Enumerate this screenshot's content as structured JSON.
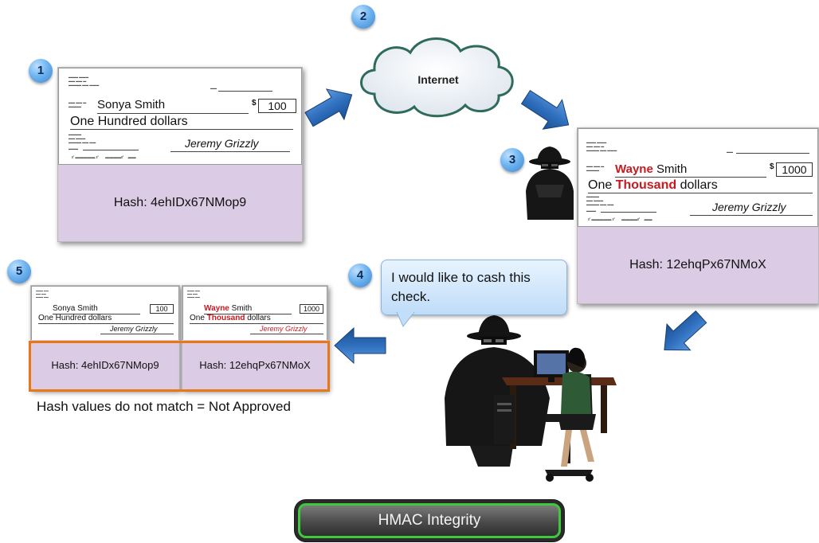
{
  "steps": [
    "1",
    "2",
    "3",
    "4",
    "5"
  ],
  "cloud_label": "Internet",
  "original_check": {
    "payee": "Sonya Smith",
    "amount": "100",
    "amount_words": "One Hundred dollars",
    "signature": "Jeremy Grizzly",
    "hash": "Hash: 4ehIDx67NMop9"
  },
  "tampered_check": {
    "payee_changed": "Wayne",
    "payee_rest": " Smith",
    "amount": "1000",
    "words_prefix": "One ",
    "words_changed": "Thousand",
    "words_suffix": " dollars",
    "signature": "Jeremy Grizzly",
    "hash": "Hash: 12ehqPx67NMoX"
  },
  "speech_bubble": "I would like to cash this check.",
  "comparison": {
    "left_payee": "Sonya Smith",
    "left_amount": "100",
    "left_words": "One Hundred dollars",
    "left_signature": "Jeremy Grizzly",
    "left_hash": "Hash: 4ehIDx67NMop9",
    "right_payee_changed": "Wayne",
    "right_payee_rest": " Smith",
    "right_amount": "1000",
    "right_words_prefix": "One ",
    "right_words_changed": "Thousand",
    "right_words_suffix": " dollars",
    "right_signature": "Jeremy Grizzly",
    "right_hash": "Hash: 12ehqPx67NMoX",
    "result": "Hash values do not match = Not Approved"
  },
  "title": "HMAC Integrity",
  "colors": {
    "hash_panel": "#dccbe5",
    "arrow": "#2f6fbd",
    "changed_text": "#c8191f",
    "highlight_frame": "#e8771a",
    "title_border": "#3ec83e"
  },
  "icons": [
    "spy-icon",
    "bank-teller-scene-icon",
    "cloud-icon",
    "arrow-icon"
  ]
}
